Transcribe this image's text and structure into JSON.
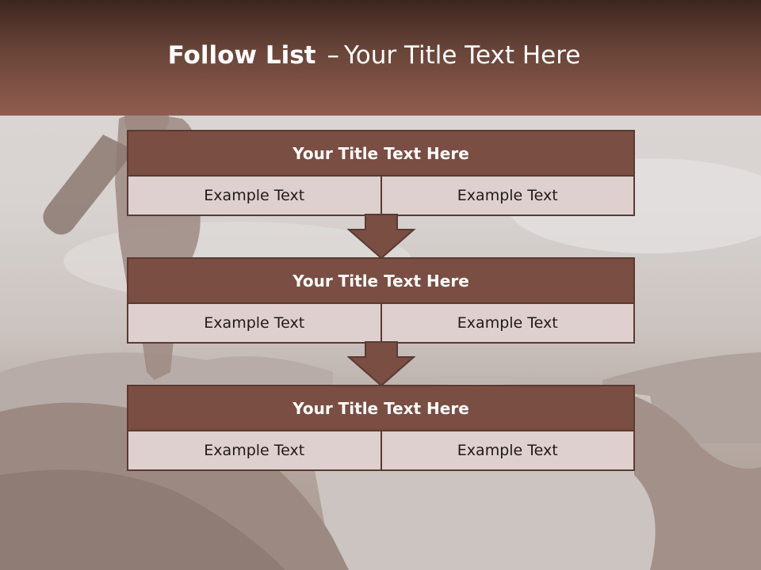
{
  "header": {
    "title_bold": "Follow List",
    "separator": "–",
    "title_rest": "Your Title Text Here"
  },
  "steps": [
    {
      "title": "Your Title Text Here",
      "left": "Example Text",
      "right": "Example Text"
    },
    {
      "title": "Your Title Text Here",
      "left": "Example Text",
      "right": "Example Text"
    },
    {
      "title": "Your Title Text Here",
      "left": "Example Text",
      "right": "Example Text"
    }
  ],
  "colors": {
    "header_dark": "#3d2620",
    "header_light": "#8f5d4f",
    "box_title": "#7a4e42",
    "box_border": "#5a3a32",
    "cell_bg": "#d9ccca"
  }
}
